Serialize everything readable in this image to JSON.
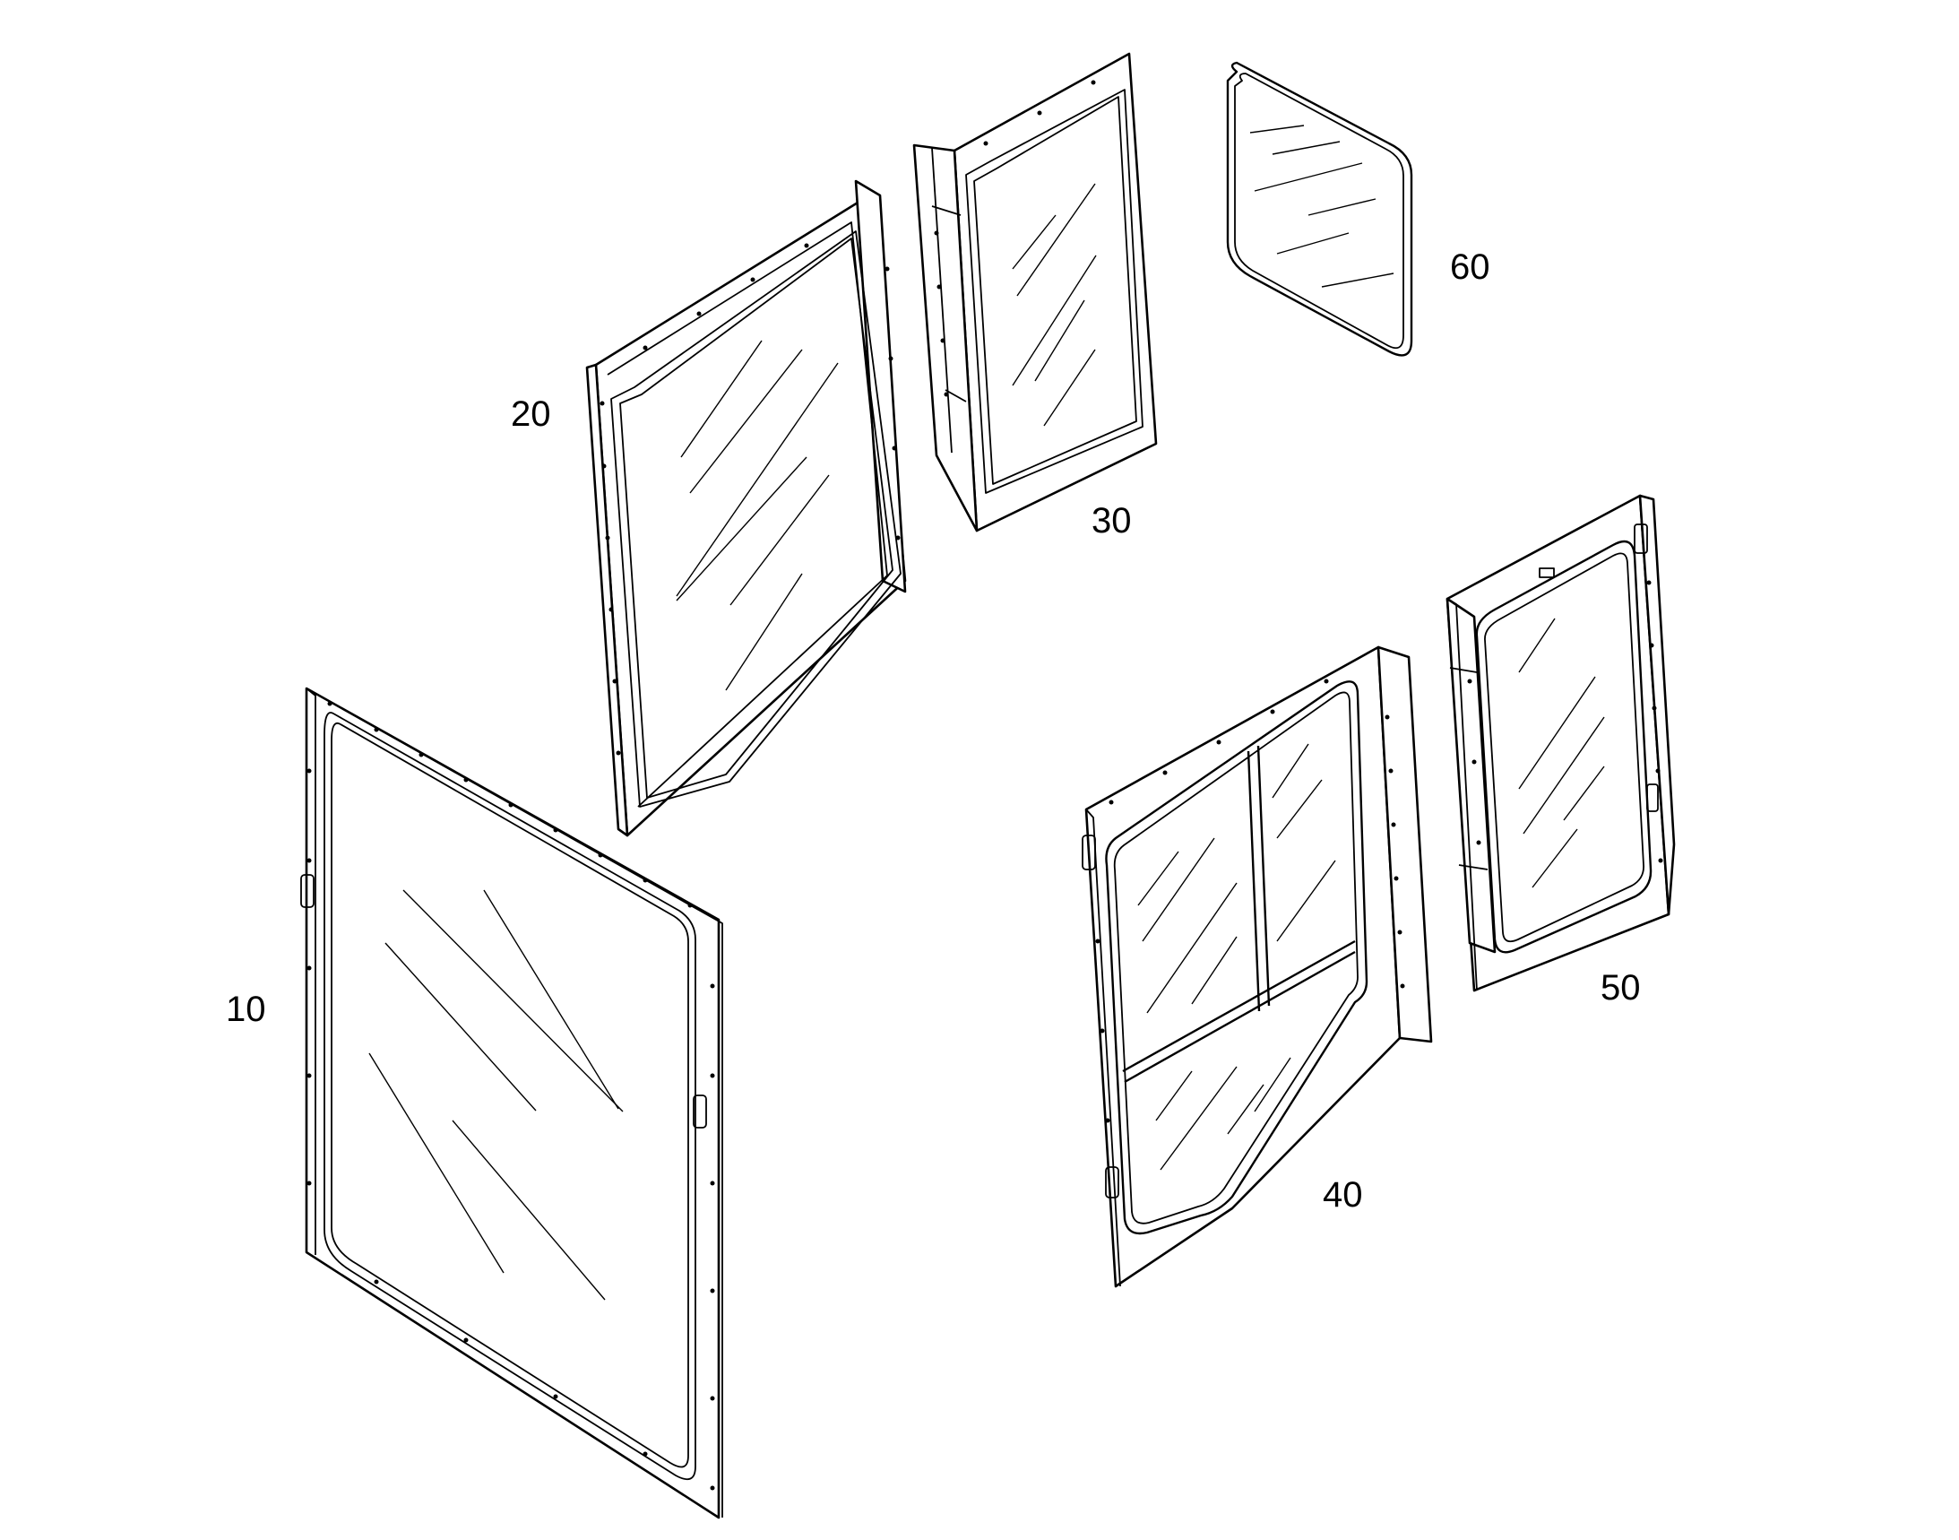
{
  "diagram": {
    "parts": [
      {
        "callout": "10",
        "icon": "large-rear-glass-panel-icon"
      },
      {
        "callout": "20",
        "icon": "side-glass-panel-icon"
      },
      {
        "callout": "30",
        "icon": "front-glass-panel-icon"
      },
      {
        "callout": "40",
        "icon": "door-glass-panel-icon"
      },
      {
        "callout": "50",
        "icon": "right-glass-panel-icon"
      },
      {
        "callout": "60",
        "icon": "roof-glass-pane-icon"
      }
    ]
  }
}
